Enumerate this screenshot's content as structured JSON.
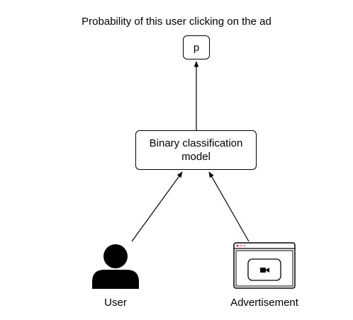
{
  "diagram": {
    "caption": "Probability of this user clicking on the ad",
    "output_node": "p",
    "model_node": "Binary classification\nmodel",
    "user_label": "User",
    "ad_label": "Advertisement"
  },
  "icons": {
    "user": "person-icon",
    "advertisement": "browser-window-video-icon"
  },
  "colors": {
    "stroke": "#000000",
    "window_dot_1": "#e0559a",
    "window_dot_2": "#f0a6c8",
    "window_dot_3": "#c9b7f2"
  }
}
